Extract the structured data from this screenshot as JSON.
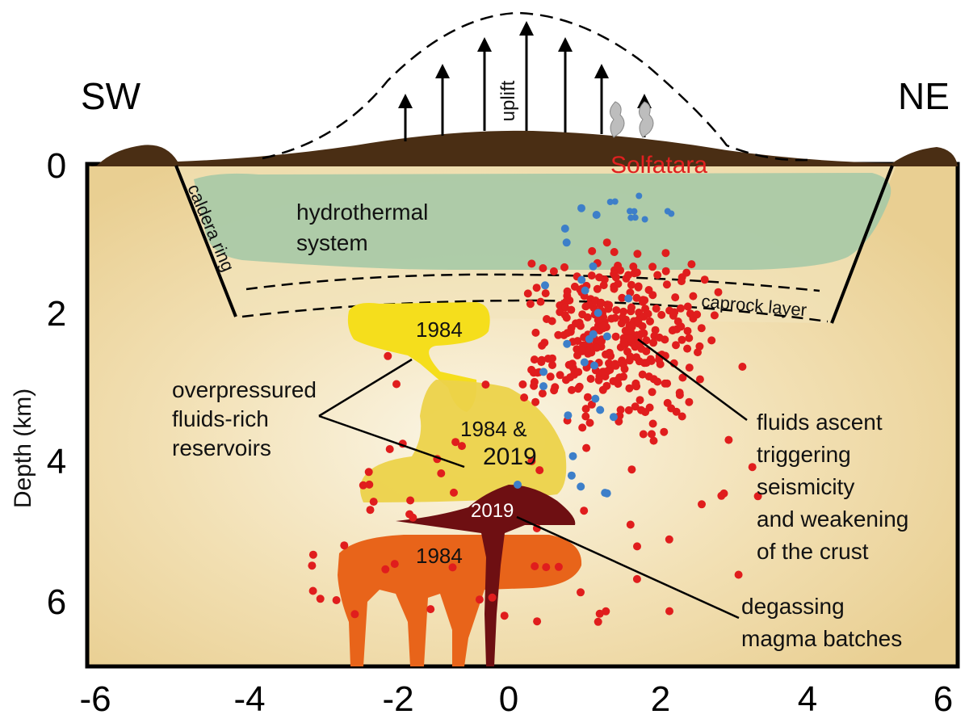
{
  "directions": {
    "left": "SW",
    "right": "NE"
  },
  "x_axis": {
    "ticks": [
      "-6",
      "-4",
      "-2",
      "0",
      "2",
      "4",
      "6"
    ]
  },
  "y_axis": {
    "label": "Depth (km)",
    "ticks": [
      "0",
      "2",
      "4",
      "6"
    ]
  },
  "labels": {
    "uplift": "uplift",
    "solfatara": "Solfatara",
    "hydrothermal_line1": "hydrothermal",
    "hydrothermal_line2": "system",
    "caldera_ring": "caldera ring",
    "caprock": "caprock layer",
    "reservoir_top": "1984",
    "reservoir_mid_line1": "1984 &",
    "reservoir_mid_line2": "2019",
    "batch_2019": "2019",
    "reservoir_bottom": "1984",
    "overpressured_line1": "overpressured",
    "overpressured_line2": "fluids-rich",
    "overpressured_line3": "reservoirs",
    "fluids_line1": "fluids ascent",
    "fluids_line2": "triggering",
    "fluids_line3": "seismicity",
    "fluids_line4": "and weakening",
    "fluids_line5": "of the crust",
    "degassing_line1": "degassing",
    "degassing_line2": "magma batches"
  },
  "colors": {
    "crust": "#efd9a6",
    "surface": "#4a2e14",
    "hydrothermal": "#a6c9a6",
    "reservoir_yellow": "#f5de1c",
    "reservoir_gold": "#ecd24a",
    "magma_orange": "#e8641a",
    "magma_dark": "#6e0f12",
    "earthquake": "#e01d1d",
    "fluid_event": "#3d7fc9",
    "solfatara": "#e02020"
  }
}
